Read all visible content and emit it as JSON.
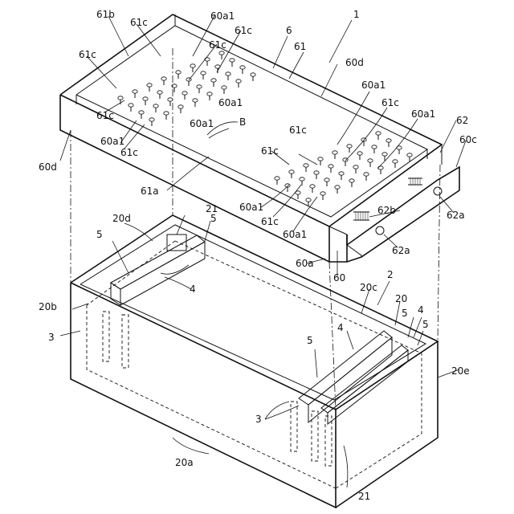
{
  "labels": {
    "1": "1",
    "2": "2",
    "3": "3",
    "4": "4",
    "5": "5",
    "6": "6",
    "20": "20",
    "21": "21",
    "60": "60",
    "61": "61",
    "62": "62",
    "61b": "61b",
    "61c": "61c",
    "60a1": "60a1",
    "60d": "60d",
    "60c": "60c",
    "60a": "60a",
    "61a": "61a",
    "62a": "62a",
    "62b": "62b",
    "20a": "20a",
    "20b": "20b",
    "20c": "20c",
    "20d": "20d",
    "20e": "20e",
    "B": "B"
  },
  "colors": {
    "line": "#111111",
    "background": "#ffffff"
  }
}
